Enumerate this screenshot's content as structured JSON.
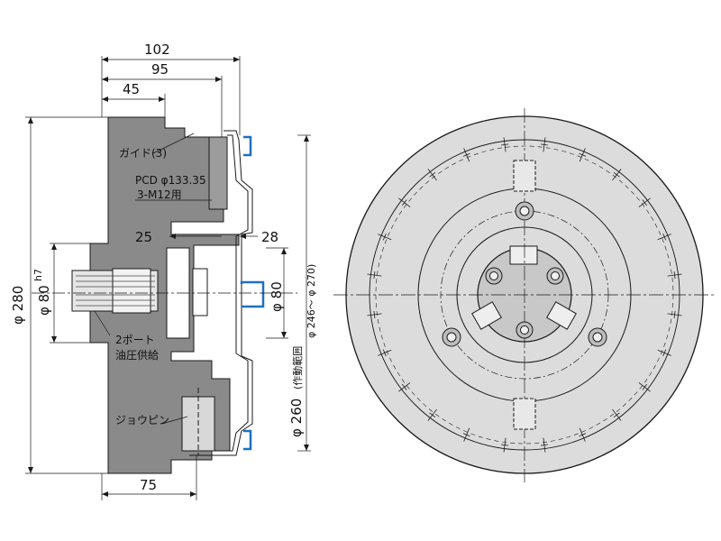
{
  "dimensions": {
    "width_102": "102",
    "width_95": "95",
    "width_45": "45",
    "width_25": "25",
    "width_28": "28",
    "width_75": "75",
    "dia_280": "φ 280",
    "dia_80_bore": "φ 80",
    "dia_80_bore_tol": "h7",
    "dia_80_right": "φ 80",
    "dia_260": "φ 260",
    "dia_260_note": "(作動範囲",
    "dia_range": "φ 246～ φ 270)"
  },
  "labels": {
    "guide": "ガイド(3)",
    "pcd": "PCD φ133.35",
    "bolt": "3-M12用",
    "port_line1": "2ポート",
    "port_line2": "油圧供給",
    "jaw_pin": "ジョウピン"
  },
  "colors": {
    "body_fill": "#8a8a8a",
    "face_fill": "#dcdcdc",
    "line": "#1a1a1a",
    "blue_jaw": "#1f6fc4"
  }
}
